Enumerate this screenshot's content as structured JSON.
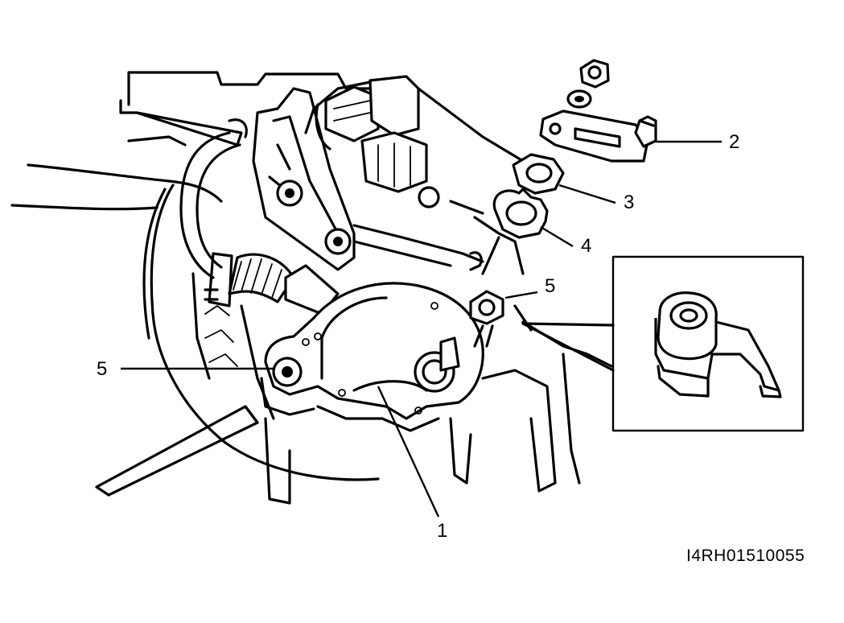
{
  "callouts": {
    "part_1": "1",
    "part_2": "2",
    "part_3": "3",
    "part_4": "4",
    "part_5_right": "5",
    "part_5_left": "5"
  },
  "figure_code": "I4RH01510055",
  "icons": {
    "main": "neutral-start-switch-assembly-illustration",
    "inset": "switch-lever-detail-illustration"
  },
  "colors": {
    "line": "#000000",
    "background": "#ffffff"
  }
}
